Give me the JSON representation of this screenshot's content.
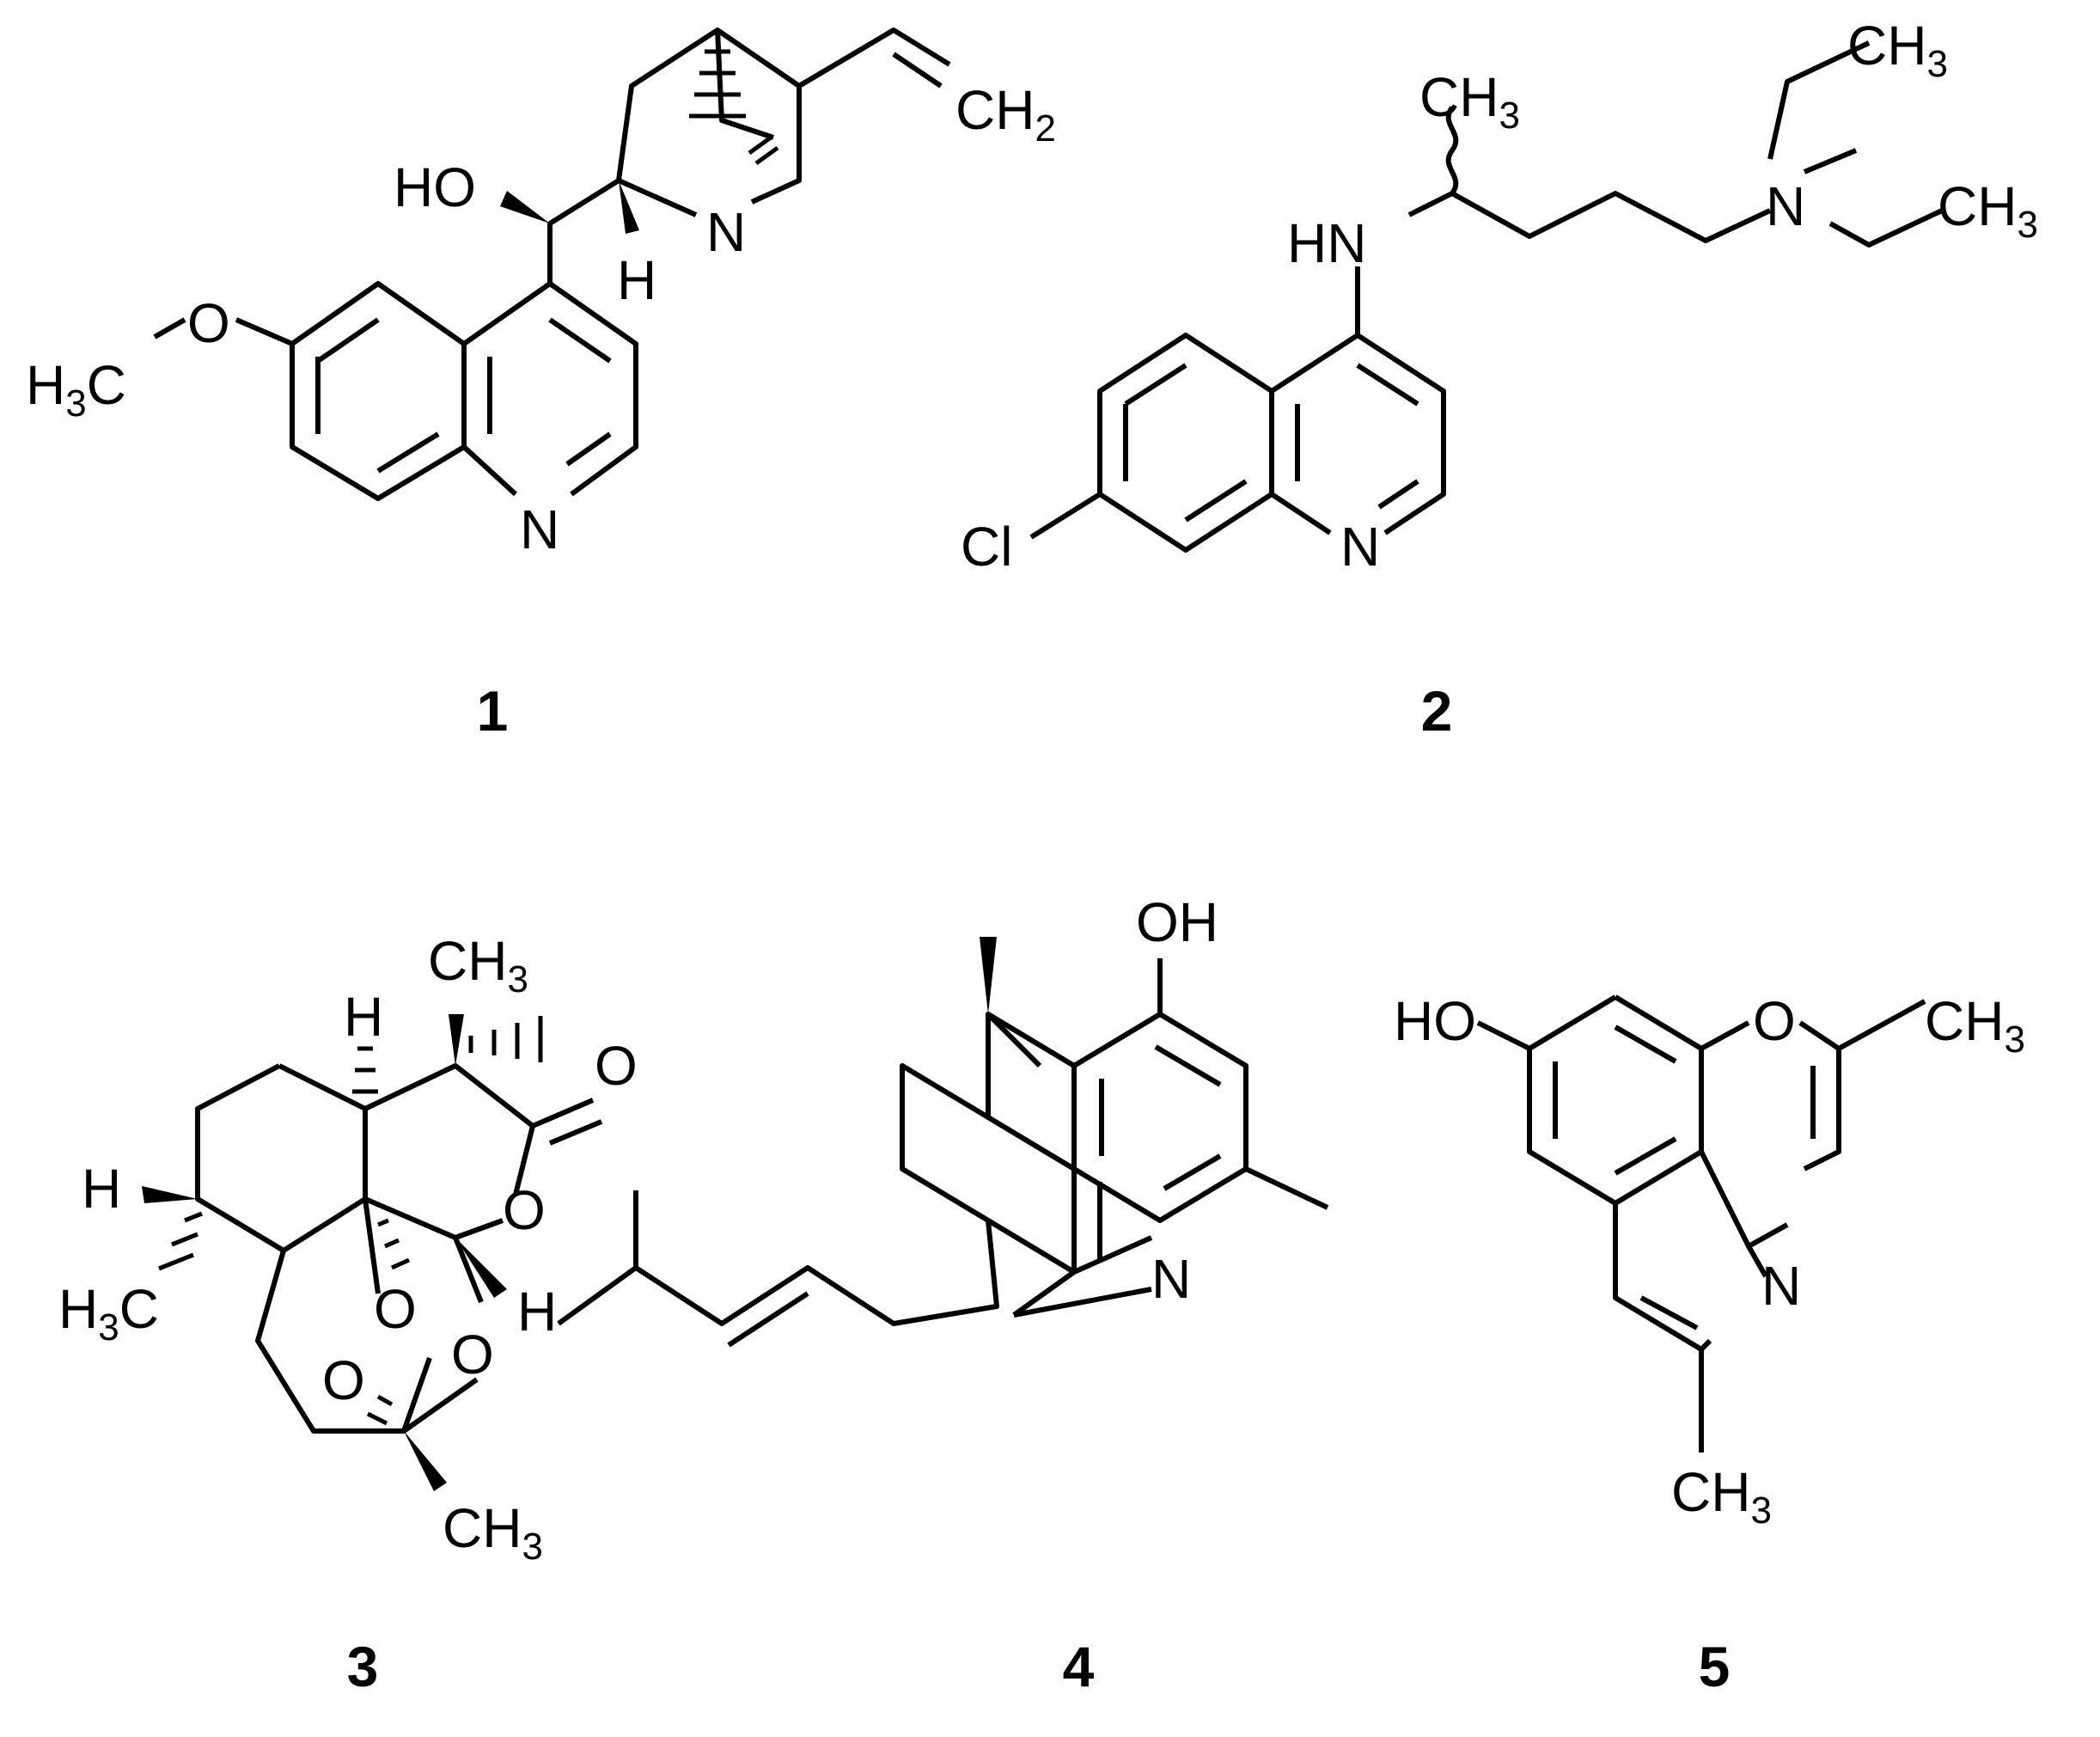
{
  "figure": {
    "labels": [
      "1",
      "2",
      "3",
      "4",
      "5"
    ]
  },
  "atoms": {
    "c1": {
      "HO": "HO",
      "H": "H",
      "N_ring": "N",
      "N_bridge": "N",
      "H3C": "H3C",
      "O": "O",
      "CH2": "CH2"
    },
    "c2": {
      "CH3_top": "CH3",
      "HN": "HN",
      "N_amine": "N",
      "CH3_a": "CH3",
      "CH3_b": "CH3",
      "Cl": "Cl",
      "N_ring": "N"
    },
    "c3": {
      "CH3_top": "CH3",
      "H_top": "H",
      "O_carbonyl": "O",
      "H_left": "H",
      "O_ring": "O",
      "H3C": "H3C",
      "O_a": "O",
      "O_b": "O",
      "O_c": "O",
      "H_right": "H",
      "CH3_bottom": "CH3"
    },
    "c4": {
      "OH": "OH",
      "N": "N"
    },
    "c5": {
      "HO": "HO",
      "O": "O",
      "CH3_right": "CH3",
      "N": "N",
      "CH3_bottom": "CH3"
    }
  }
}
